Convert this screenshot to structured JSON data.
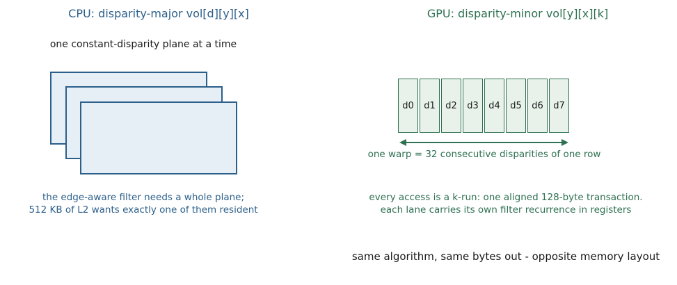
{
  "cpu": {
    "title": "CPU: disparity-major  vol[d][y][x]",
    "subtitle": "one constant-disparity plane at a time",
    "caption_line1": "the edge-aware filter needs a whole plane;",
    "caption_line2": "512 KB of L2 wants exactly one of them resident"
  },
  "gpu": {
    "title": "GPU: disparity-minor  vol[y][x][k]",
    "cells": [
      "d0",
      "d1",
      "d2",
      "d3",
      "d4",
      "d5",
      "d6",
      "d7"
    ],
    "warp_label": "one warp = 32 consecutive disparities of one row",
    "caption_line1": "every access is a k-run: one aligned 128-byte transaction.",
    "caption_line2": "each lane carries its own filter recurrence in registers"
  },
  "footer": "same algorithm, same bytes out - opposite memory layout",
  "colors": {
    "cpu": "#2c5f8a",
    "gpu": "#2e7050",
    "cpu_fill": "#e6eef6",
    "gpu_fill": "#e8f2eb"
  }
}
